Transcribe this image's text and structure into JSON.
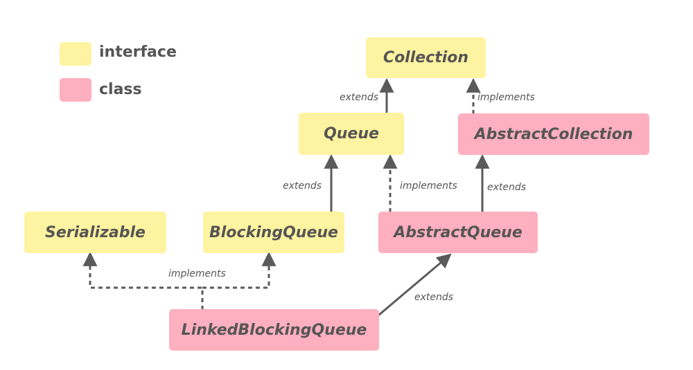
{
  "colors": {
    "interface": "#fef3a0",
    "class": "#feafc0",
    "edge": "#5a5a5a",
    "text": "#555555"
  },
  "legend": {
    "interface": "interface",
    "class": "class"
  },
  "nodes": {
    "collection": {
      "label": "Collection",
      "kind": "interface"
    },
    "queue": {
      "label": "Queue",
      "kind": "interface"
    },
    "abstract_collection": {
      "label": "AbstractCollection",
      "kind": "class"
    },
    "serializable": {
      "label": "Serializable",
      "kind": "interface"
    },
    "blocking_queue": {
      "label": "BlockingQueue",
      "kind": "interface"
    },
    "abstract_queue": {
      "label": "AbstractQueue",
      "kind": "class"
    },
    "linked_blocking_queue": {
      "label": "LinkedBlockingQueue",
      "kind": "class"
    }
  },
  "edges": [
    {
      "from": "queue",
      "to": "collection",
      "type": "extends",
      "style": "solid"
    },
    {
      "from": "abstract_collection",
      "to": "collection",
      "type": "implements",
      "style": "dashed"
    },
    {
      "from": "blocking_queue",
      "to": "queue",
      "type": "extends",
      "style": "solid"
    },
    {
      "from": "abstract_queue",
      "to": "queue",
      "type": "implements",
      "style": "dashed"
    },
    {
      "from": "abstract_queue",
      "to": "abstract_collection",
      "type": "extends",
      "style": "solid"
    },
    {
      "from": "linked_blocking_queue",
      "to": "serializable",
      "type": "implements",
      "style": "dashed"
    },
    {
      "from": "linked_blocking_queue",
      "to": "blocking_queue",
      "type": "implements",
      "style": "dashed"
    },
    {
      "from": "linked_blocking_queue",
      "to": "abstract_queue",
      "type": "extends",
      "style": "solid"
    }
  ],
  "edge_labels": {
    "queue_collection": "extends",
    "abscoll_collection": "implements",
    "bq_queue": "extends",
    "aq_queue": "implements",
    "aq_abscoll": "extends",
    "lbq_interfaces": "implements",
    "lbq_aq": "extends"
  }
}
